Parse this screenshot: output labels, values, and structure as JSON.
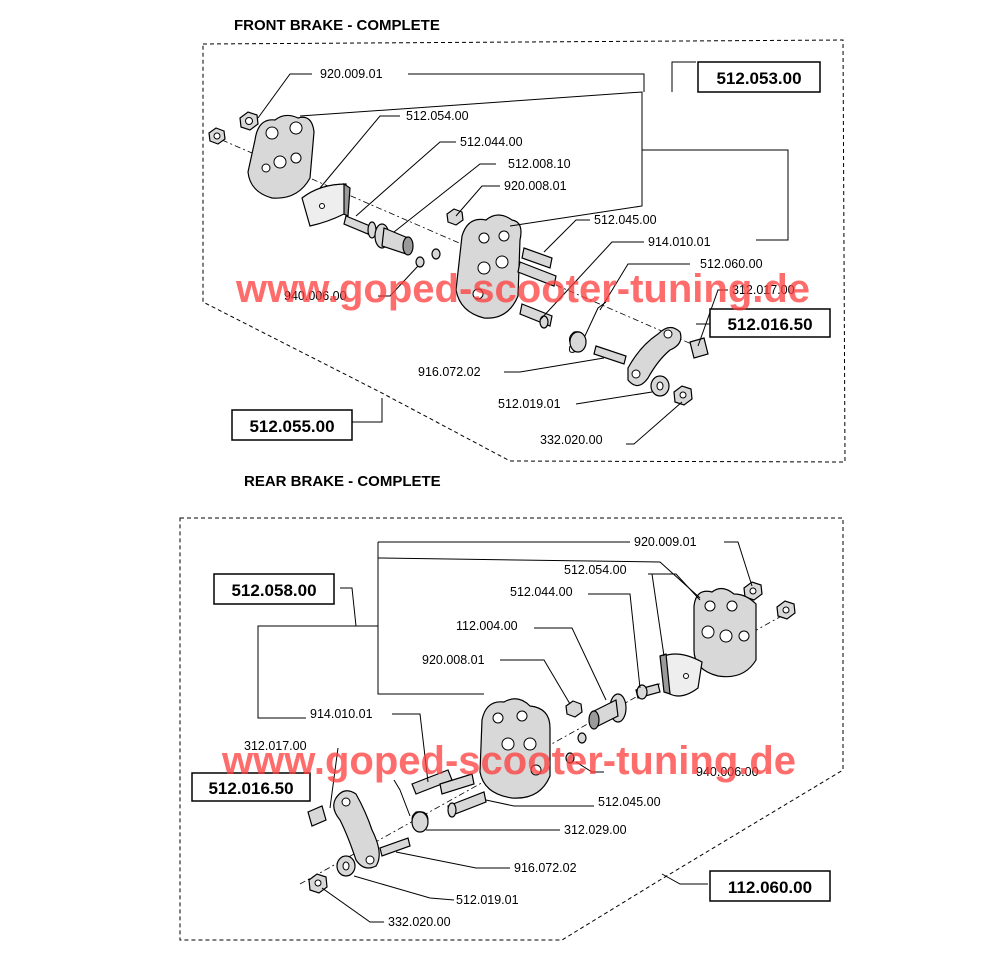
{
  "front": {
    "title": "FRONT BRAKE - COMPLETE",
    "labels": {
      "l920_009_01": "920.009.01",
      "l512_054_00": "512.054.00",
      "l512_044_00": "512.044.00",
      "l512_008_10": "512.008.10",
      "l920_008_01": "920.008.01",
      "l512_045_00": "512.045.00",
      "l914_010_01": "914.010.01",
      "l512_060_00": "512.060.00",
      "l312_017_00": "312.017.00",
      "l940_006_00": "940.006.00",
      "l916_072_02": "916.072.02",
      "l512_019_01": "512.019.01",
      "l332_020_00": "332.020.00"
    },
    "boxes": {
      "b512_053_00": "512.053.00",
      "b512_016_50": "512.016.50",
      "b512_055_00": "512.055.00"
    }
  },
  "rear": {
    "title": "REAR BRAKE - COMPLETE",
    "labels": {
      "l920_009_01": "920.009.01",
      "l512_054_00": "512.054.00",
      "l512_044_00": "512.044.00",
      "l112_004_00": "112.004.00",
      "l920_008_01": "920.008.01",
      "l914_010_01": "914.010.01",
      "l312_017_00": "312.017.00",
      "l940_006_00": "940.006.00",
      "l512_045_00": "512.045.00",
      "l312_029_00": "312.029.00",
      "l916_072_02": "916.072.02",
      "l512_019_01": "512.019.01",
      "l332_020_00": "332.020.00"
    },
    "boxes": {
      "b512_058_00": "512.058.00",
      "b512_016_50": "512.016.50",
      "b112_060_00": "112.060.00"
    }
  },
  "watermark": {
    "text": "www.goped-scooter-tuning.de",
    "color": "#ff3b3b"
  }
}
